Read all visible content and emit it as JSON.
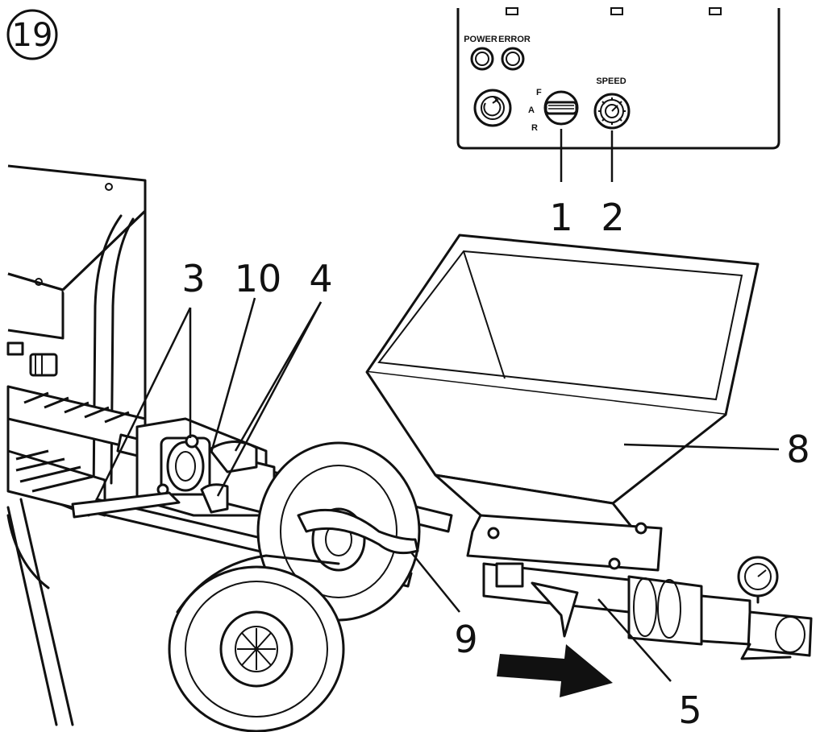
{
  "figure": {
    "number": "19"
  },
  "control_panel": {
    "power_label": "POWER",
    "error_label": "ERROR",
    "speed_label": "SPEED",
    "switch_positions": [
      "F",
      "A",
      "R"
    ]
  },
  "callouts": {
    "c1": "1",
    "c2": "2",
    "c3": "3",
    "c10": "10",
    "c4": "4",
    "c8": "8",
    "c9": "9",
    "c5": "5"
  },
  "colors": {
    "ink": "#111111",
    "background": "#ffffff"
  },
  "icons": {
    "direction_arrow": "arrow-right-icon"
  }
}
